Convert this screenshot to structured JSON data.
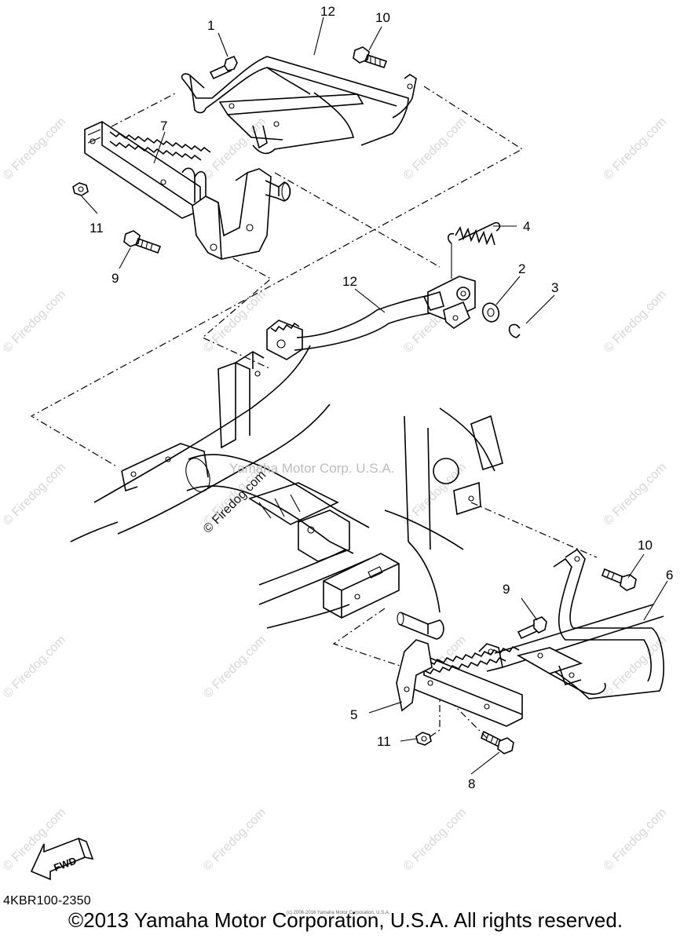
{
  "diagram": {
    "code": "4KBR100-2350",
    "copyright": "©2013 Yamaha Motor Corporation, U.S.A. All rights reserved.",
    "tiny_copyright": "(c) 2006-2016 Yamaha Motor Corporation, U.S.A.",
    "frame_watermark": "Yamaha Motor Corp. U.S.A.",
    "fwd_label": "FWD",
    "watermark_text": "© Firedog.com",
    "callouts": [
      "1",
      "2",
      "3",
      "4",
      "5",
      "6",
      "7",
      "8",
      "9",
      "9",
      "10",
      "10",
      "11",
      "11",
      "12",
      "12"
    ]
  }
}
